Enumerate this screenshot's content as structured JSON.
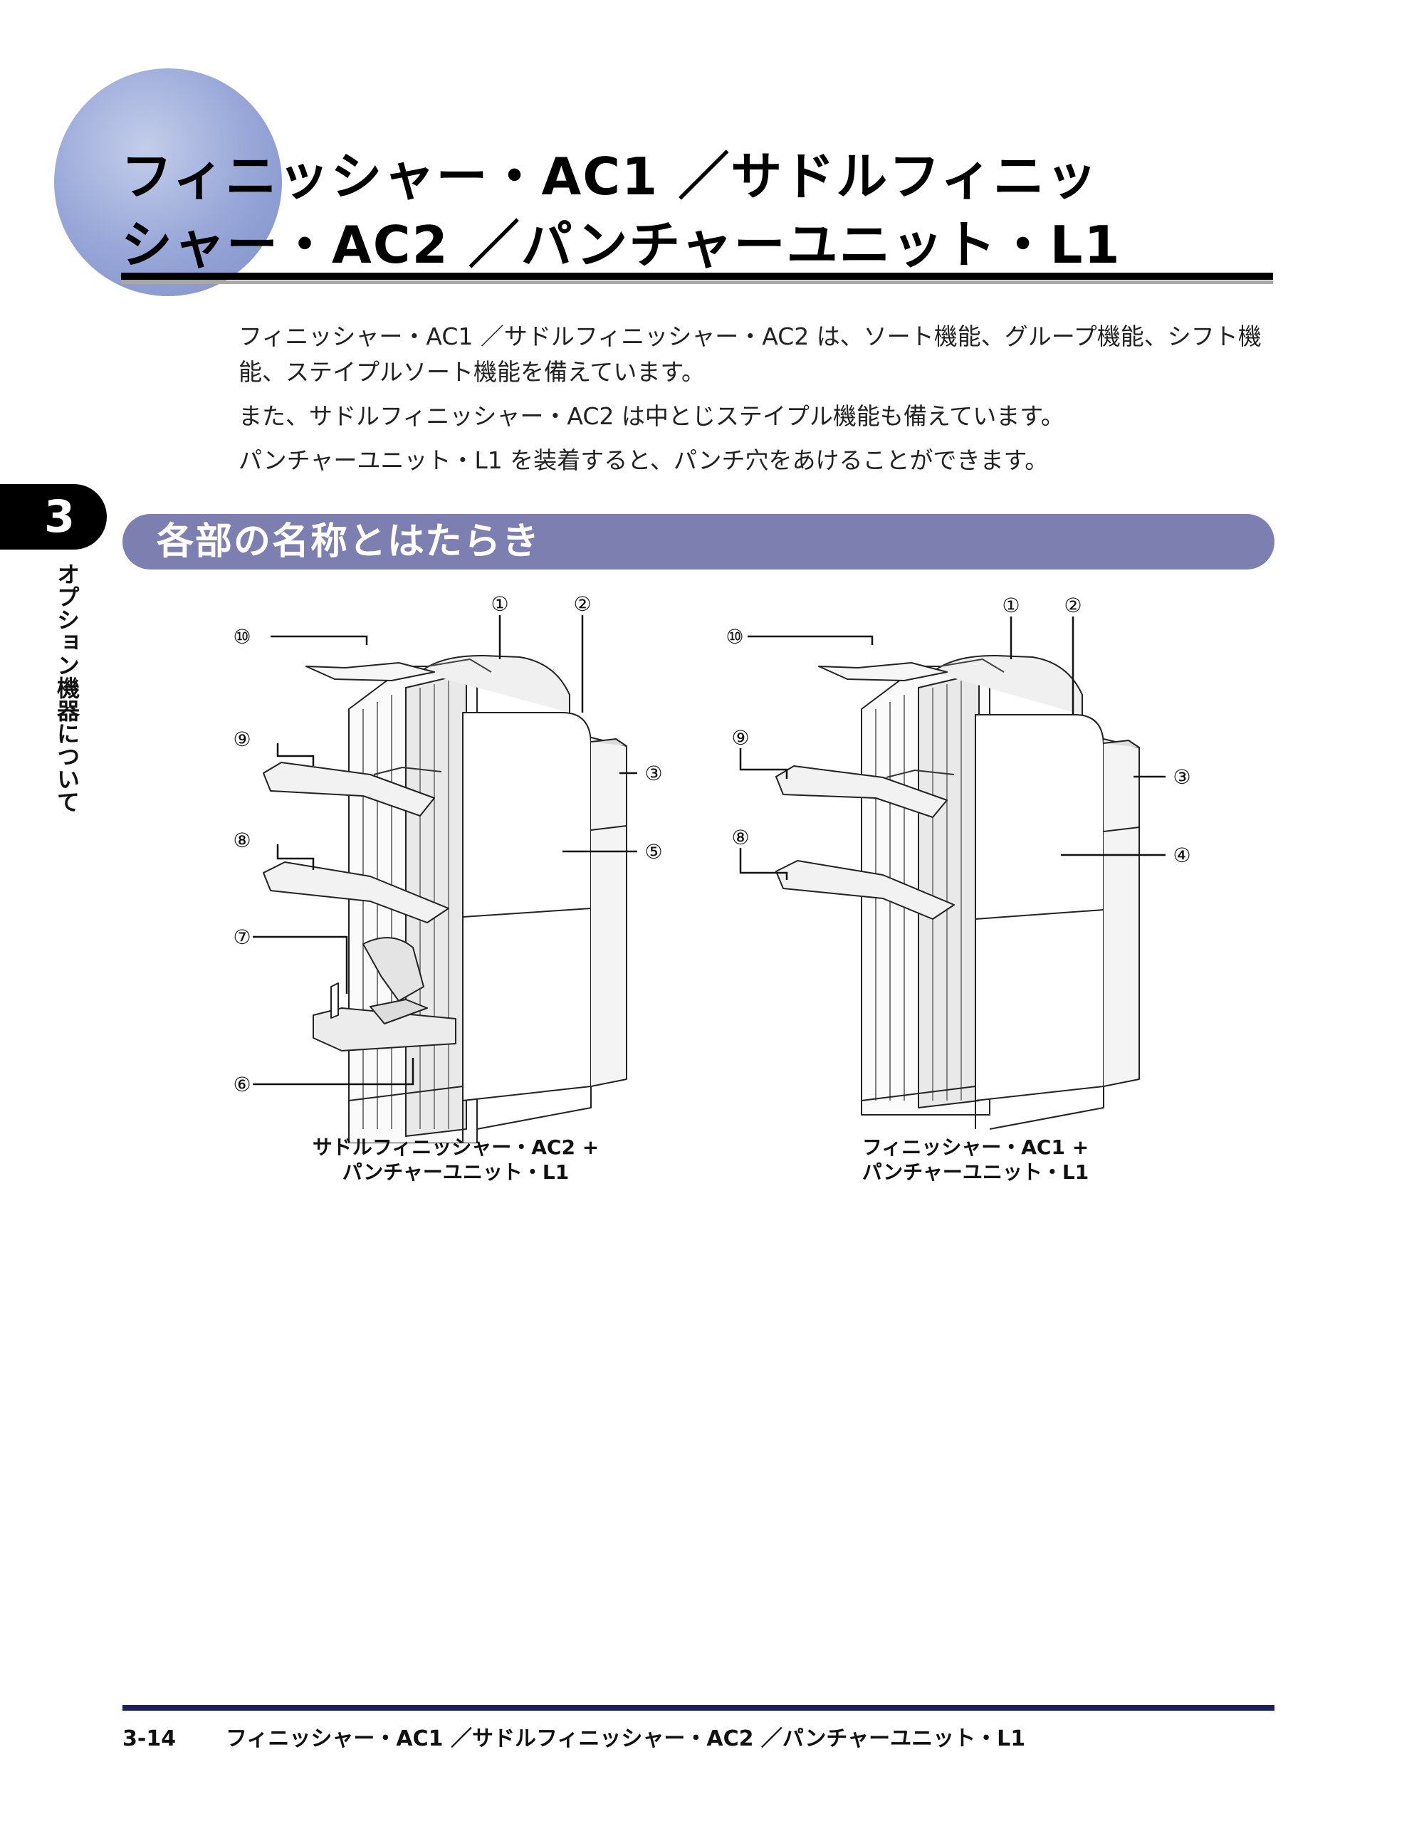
{
  "page": {
    "title_line1": "フィニッシャー・AC1 ／サドルフィニッ",
    "title_line2": "シャー・AC2 ／パンチャーユニット・L1",
    "intro": [
      "フィニッシャー・AC1 ／サドルフィニッシャー・AC2 は、ソート機能、グループ機能、シフト機能、ステイプルソート機能を備えています。",
      "また、サドルフィニッシャー・AC2 は中とじステイプル機能も備えています。",
      "パンチャーユニット・L1 を装着すると、パンチ穴をあけることができます。"
    ],
    "section_title": "各部の名称とはたらき"
  },
  "chapter": {
    "number": "3",
    "label": "オプション機器について"
  },
  "figures": [
    {
      "caption_line1": "サドルフィニッシャー・AC2 +",
      "caption_line2": "パンチャーユニット・L1",
      "callouts": [
        "①",
        "②",
        "③",
        "⑤",
        "⑥",
        "⑦",
        "⑧",
        "⑨",
        "⑩"
      ]
    },
    {
      "caption_line1": "フィニッシャー・AC1 +",
      "caption_line2": "パンチャーユニット・L1",
      "callouts": [
        "①",
        "②",
        "③",
        "④",
        "⑧",
        "⑨",
        "⑩"
      ]
    }
  ],
  "footer": {
    "page_number": "3-14",
    "title": "フィニッシャー・AC1 ／サドルフィニッシャー・AC2 ／パンチャーユニット・L1"
  }
}
